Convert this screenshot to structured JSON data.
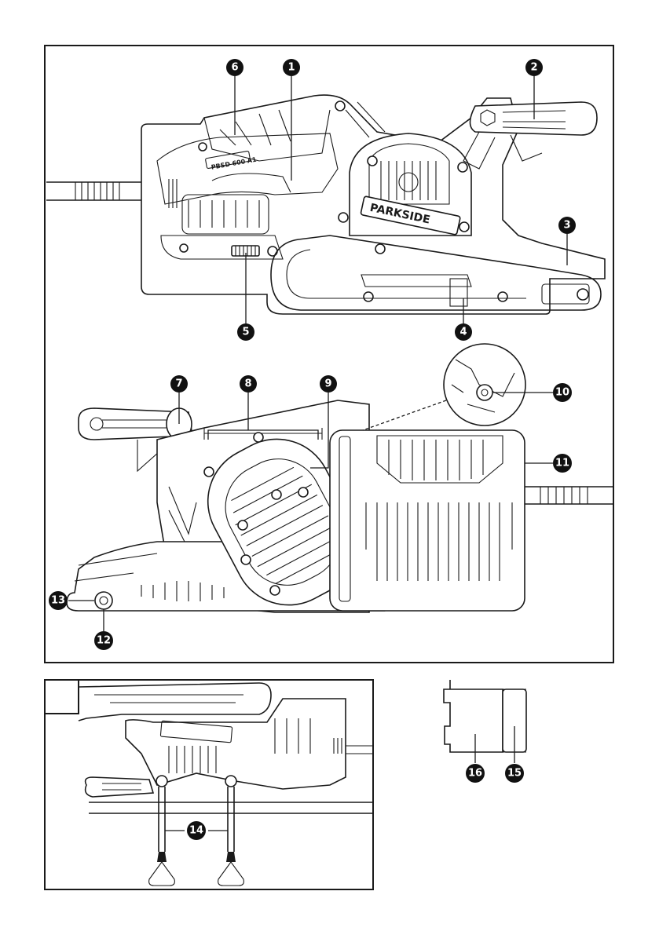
{
  "figure": {
    "brand": "PARKSIDE",
    "model": "PBSD 600 A1",
    "callouts": [
      "1",
      "2",
      "3",
      "4",
      "5",
      "6",
      "7",
      "8",
      "9",
      "10",
      "11",
      "12",
      "13",
      "14",
      "15",
      "16"
    ]
  },
  "colors": {
    "ink": "#1a1a1a",
    "callout_fill": "#111111",
    "callout_text": "#ffffff",
    "paper": "#ffffff"
  },
  "icons": [
    "belt-sander-side-view",
    "belt-sander-rear-view",
    "zoom-detail-circle",
    "sanding-frame-attachment",
    "dust-adapter-parts"
  ]
}
